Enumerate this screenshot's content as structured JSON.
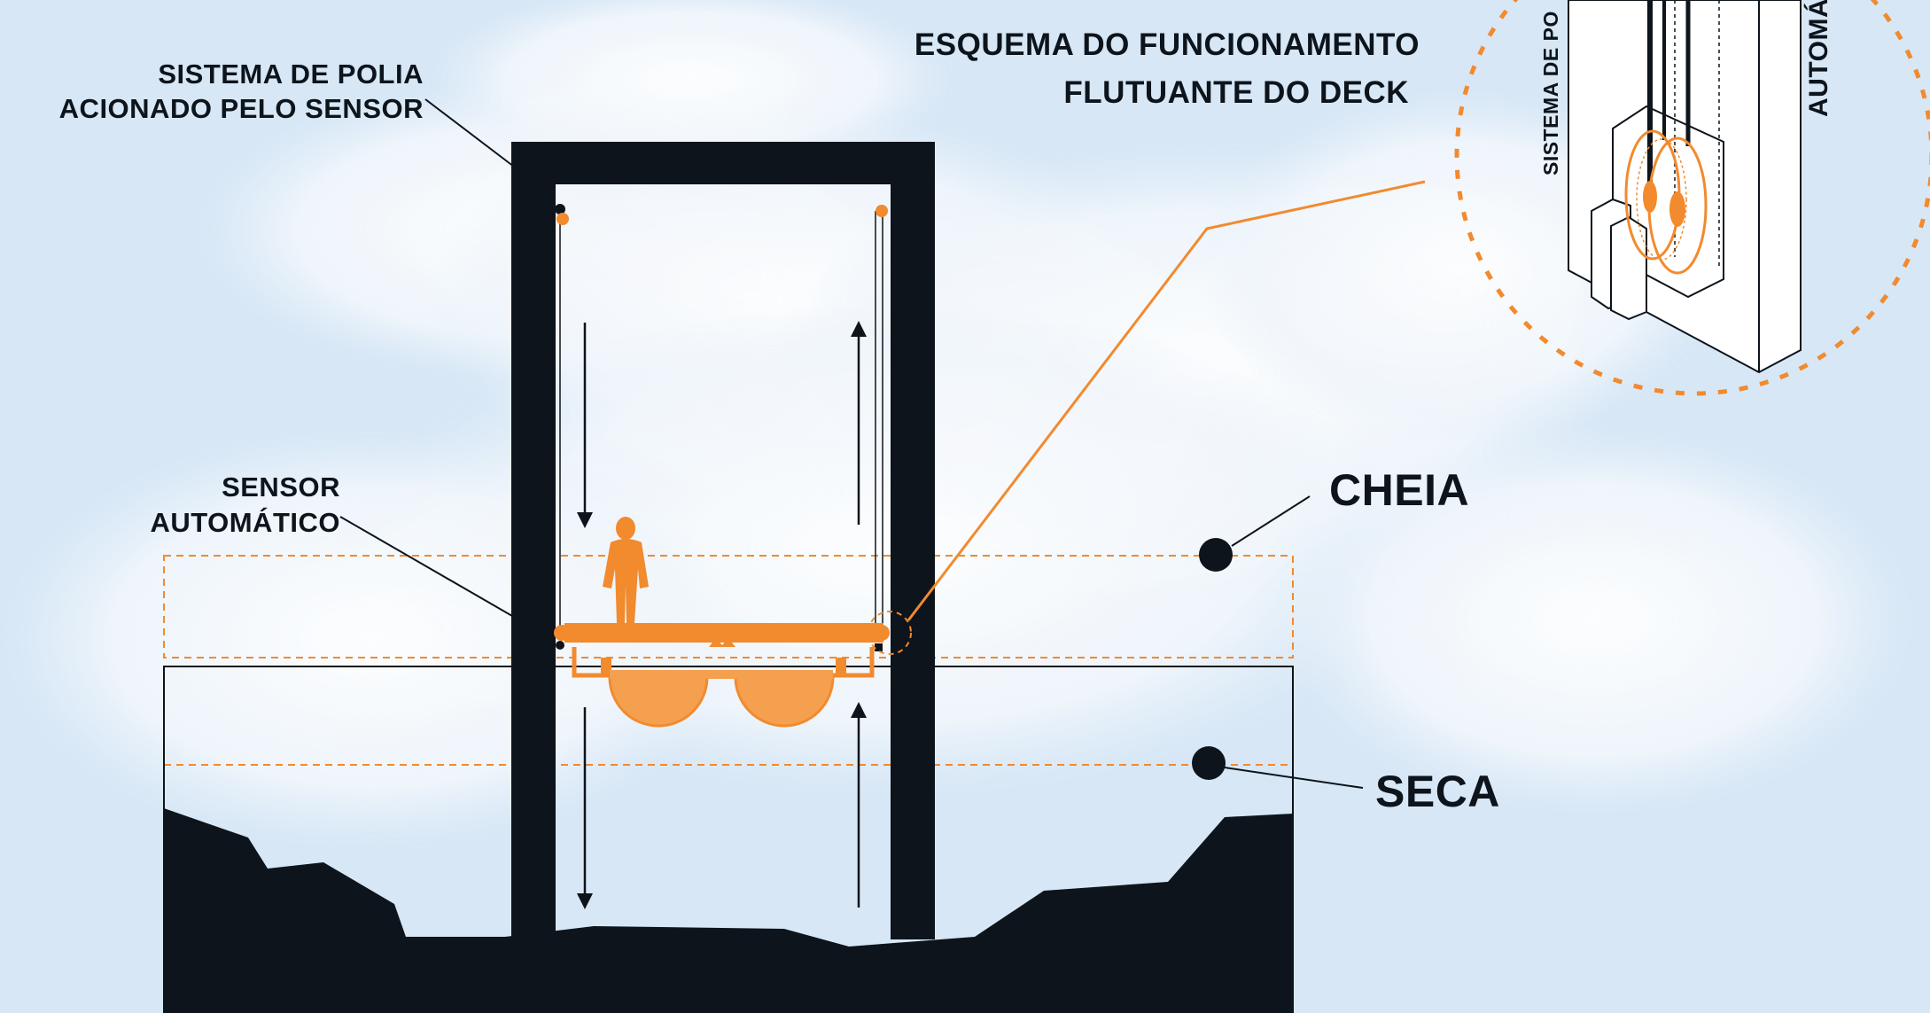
{
  "diagram": {
    "title_lines": [
      "ESQUEMA DO FUNCIONAMENTO",
      "FLUTUANTE DO DECK"
    ],
    "pulley_label_lines": [
      "SISTEMA DE POLIA",
      "ACIONADO PELO SENSOR"
    ],
    "sensor_label_lines": [
      "SENSOR",
      "AUTOMÁTICO"
    ],
    "level_full": "CHEIA",
    "level_dry": "SECA",
    "detail_label_left": "SISTEMA DE PO",
    "detail_label_right": "AUTOMÁ"
  },
  "colors": {
    "accent": "#f28a2e",
    "dark": "#0d141b",
    "sky": "#d9e8f6"
  }
}
